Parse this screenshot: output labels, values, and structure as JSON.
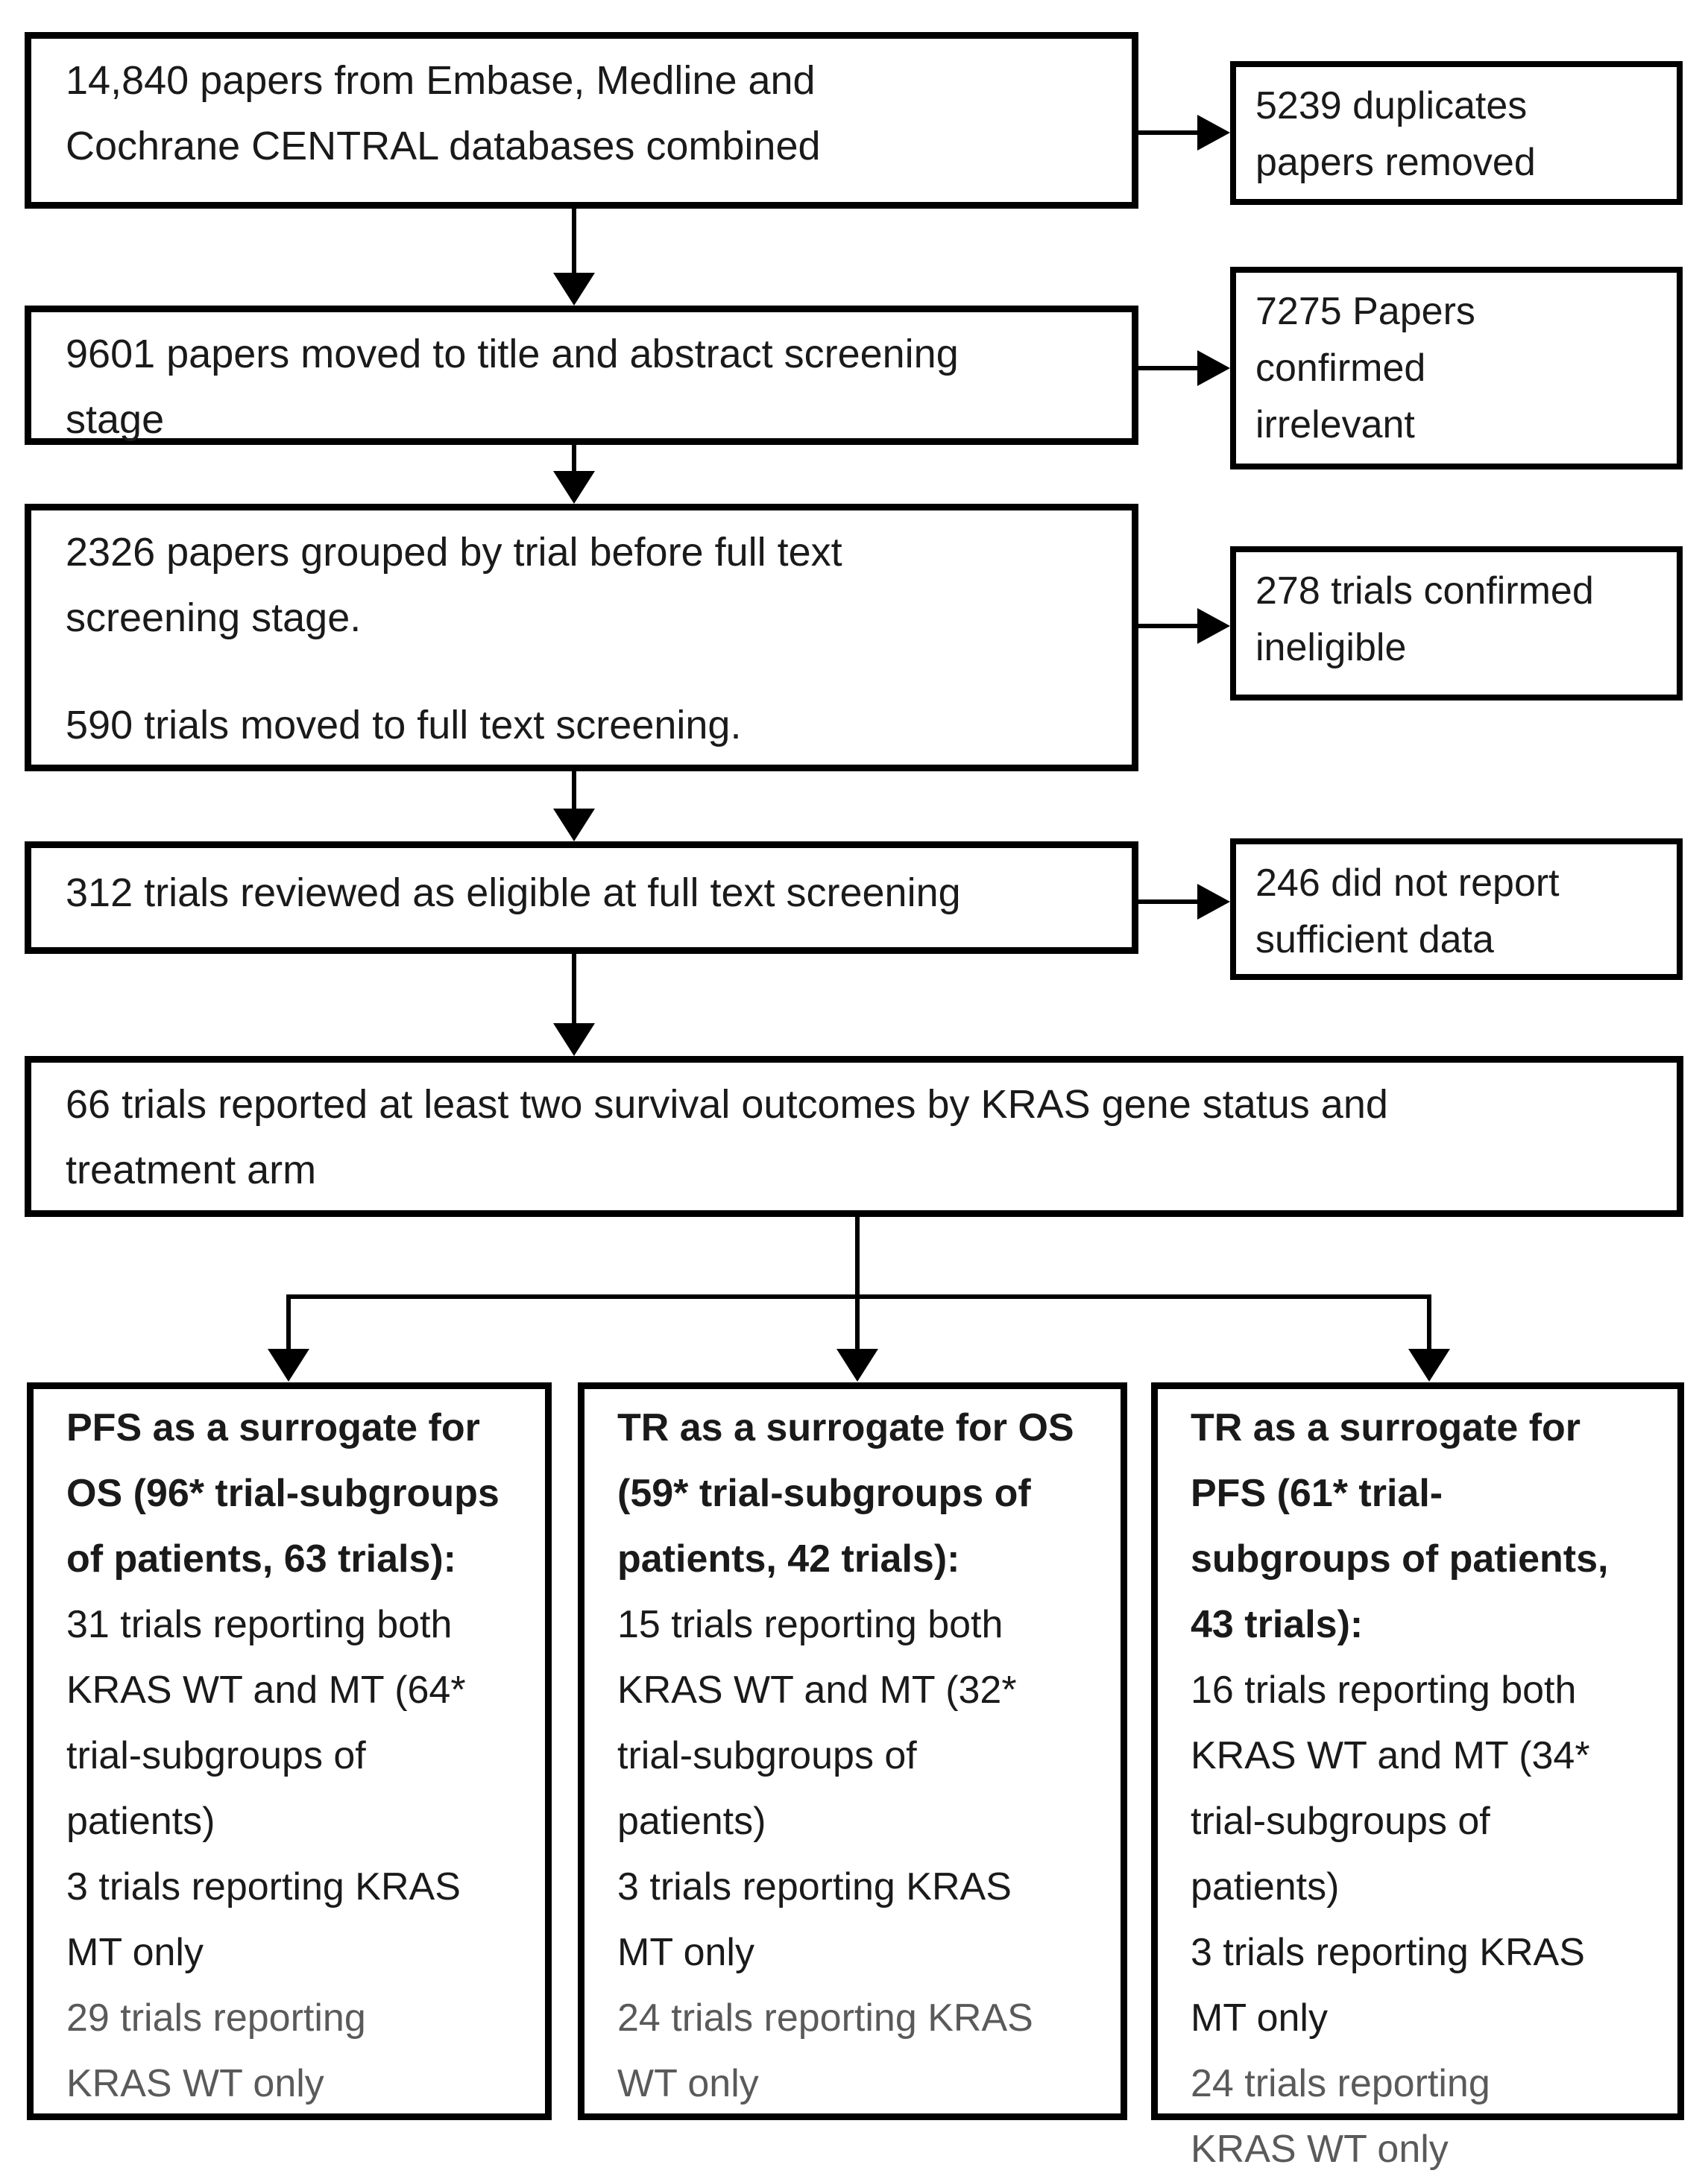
{
  "diagram": {
    "colors": {
      "background": "#ffffff",
      "box_border": "#000000",
      "text": "#1a1a1a",
      "muted_text": "#5a5a5a"
    },
    "main_flow": {
      "box1": {
        "lines": [
          "14,840 papers from Embase, Medline and",
          "Cochrane CENTRAL databases combined"
        ]
      },
      "box2": {
        "lines": [
          "9601 papers moved to title and abstract screening",
          "stage"
        ]
      },
      "box3": {
        "paragraph1": [
          "2326 papers grouped by trial before full text",
          "screening stage."
        ],
        "paragraph2": [
          "590 trials moved to full text screening."
        ]
      },
      "box4": {
        "lines": [
          "312 trials reviewed as eligible at full text screening"
        ]
      },
      "box5": {
        "lines": [
          "66 trials reported at least two survival outcomes by KRAS gene status and",
          "treatment arm"
        ]
      }
    },
    "exclusion_boxes": {
      "box1": {
        "lines": [
          "5239 duplicates",
          "papers removed"
        ]
      },
      "box2": {
        "lines": [
          "7275 Papers",
          "confirmed",
          "irrelevant"
        ]
      },
      "box3": {
        "lines": [
          "278 trials confirmed",
          "ineligible"
        ]
      },
      "box4": {
        "lines": [
          "246 did not report",
          "sufficient data"
        ]
      }
    },
    "outcome_boxes": {
      "pfs_os": {
        "header_lines": [
          "PFS as a surrogate for",
          "OS (96* trial-subgroups",
          "of patients, 63 trials):"
        ],
        "body_lines": [
          "31 trials reporting both",
          "KRAS WT and MT (64*",
          "trial-subgroups of",
          "patients)",
          "3 trials reporting KRAS",
          "MT only"
        ],
        "muted_lines": [
          "29 trials reporting",
          "KRAS WT only"
        ]
      },
      "tr_os": {
        "header_lines": [
          "TR as a surrogate for OS",
          "(59* trial-subgroups of",
          "patients, 42 trials):"
        ],
        "body_lines": [
          "15 trials reporting both",
          "KRAS WT and MT (32*",
          "trial-subgroups of",
          "patients)",
          "3 trials reporting KRAS",
          "MT only"
        ],
        "muted_lines": [
          "24 trials reporting KRAS",
          "WT only"
        ]
      },
      "tr_pfs": {
        "header_lines": [
          "TR as a surrogate for",
          "PFS (61* trial-",
          "subgroups of patients,",
          "43 trials):"
        ],
        "body_lines": [
          "16 trials reporting both",
          "KRAS WT and MT (34*",
          "trial-subgroups of",
          "patients)",
          "3 trials reporting KRAS",
          "MT only"
        ],
        "muted_lines": [
          "24 trials reporting",
          "KRAS WT only"
        ]
      }
    }
  }
}
